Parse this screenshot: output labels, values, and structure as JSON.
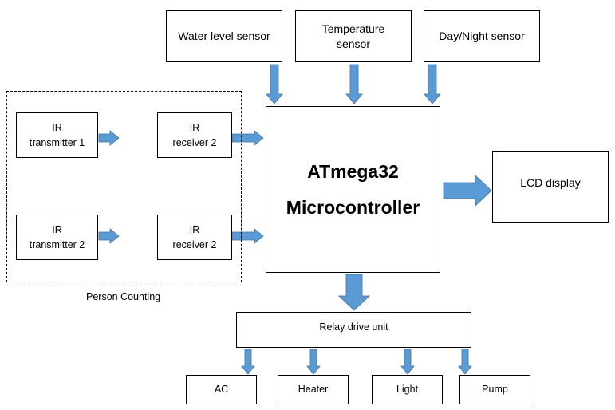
{
  "colors": {
    "arrow": "#5B9BD5",
    "arrow_stroke": "#41719C",
    "box_border": "#000000"
  },
  "sensors": {
    "water": "Water level sensor",
    "temp_line1": "Temperature",
    "temp_line2": "sensor",
    "daynight": "Day/Night sensor"
  },
  "person_counting": {
    "label": "Person Counting",
    "tx1_line1": "IR",
    "tx1_line2": "transmitter 1",
    "rx1_line1": "IR",
    "rx1_line2": "receiver 2",
    "tx2_line1": "IR",
    "tx2_line2": "transmitter 2",
    "rx2_line1": "IR",
    "rx2_line2": "receiver 2"
  },
  "mcu": {
    "line1": "ATmega32",
    "line2": "Microcontroller"
  },
  "lcd": "LCD display",
  "relay": "Relay drive unit",
  "loads": {
    "ac": "AC",
    "heater": "Heater",
    "light": "Light",
    "pump": "Pump"
  }
}
